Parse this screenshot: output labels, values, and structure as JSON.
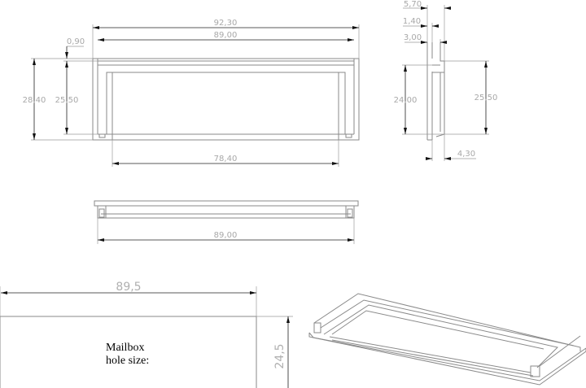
{
  "front_view": {
    "overall_width": "92,30",
    "inner_width": "89,00",
    "top_offset": "0,90",
    "overall_height": "28,40",
    "inner_height": "25,50",
    "opening_width": "78,40"
  },
  "side_view": {
    "total_depth": "5,70",
    "lip": "1,40",
    "flange": "3,00",
    "body_height": "24,00",
    "inner_height": "25,50",
    "body_depth": "4,30"
  },
  "top_view": {
    "width": "89,00"
  },
  "hole": {
    "width": "89,5",
    "height": "24,5",
    "label_line1": "Mailbox",
    "label_line2": "hole size:"
  },
  "colors": {
    "part_line": "#8a8a8a",
    "dimension_line": "#222222",
    "dimension_text": "#a8a8a8",
    "note_text": "#000000"
  }
}
